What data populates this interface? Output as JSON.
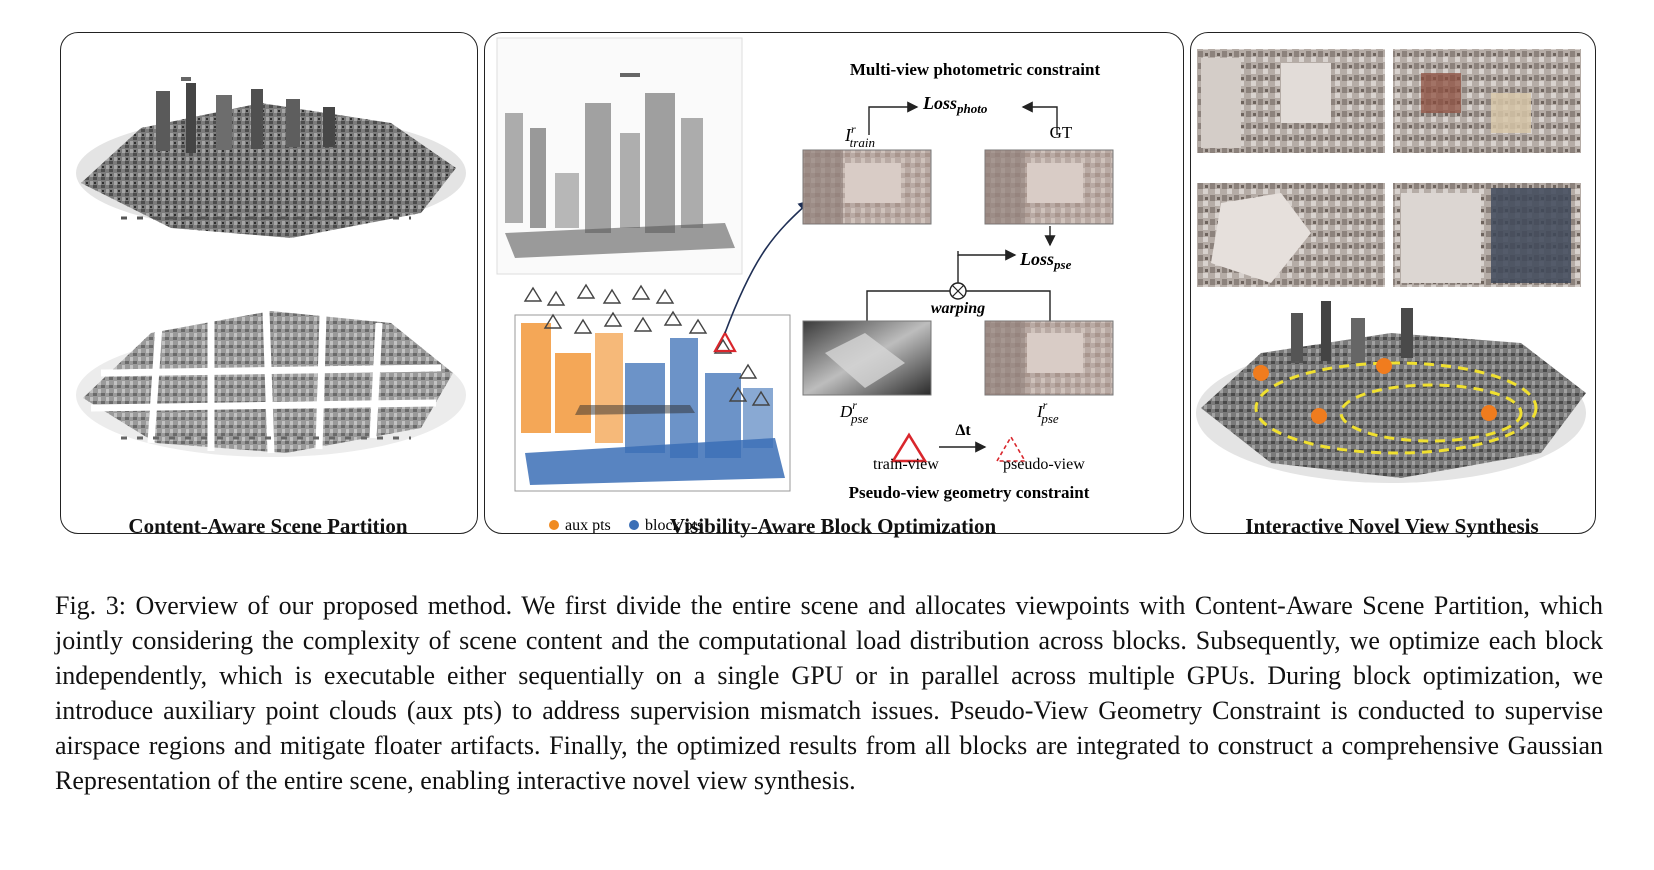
{
  "panels": {
    "left_title": "Content-Aware Scene Partition",
    "middle_title": "Visibility-Aware Block Optimization",
    "right_title": "Interactive Novel View Synthesis"
  },
  "middle": {
    "photometric_title": "Multi-view photometric constraint",
    "loss_photo_main": "Loss",
    "loss_photo_sub": "photo",
    "i_train_main": "I",
    "i_train_sup": "r",
    "i_train_sub": "train",
    "gt": "GT",
    "loss_pse_main": "Loss",
    "loss_pse_sub": "pse",
    "warping": "warping",
    "d_pse_main": "D",
    "d_pse_sup": "r",
    "d_pse_sub": "pse",
    "i_pse_main": "I",
    "i_pse_sup": "r",
    "i_pse_sub": "pse",
    "delta_t": "Δt",
    "train_view": "train-view",
    "pseudo_view": "pseudo-view",
    "geometry_title": "Pseudo-view geometry constraint",
    "legend_aux": "aux pts",
    "legend_block": "block pts"
  },
  "colors": {
    "aux": "#f08a1f",
    "block": "#3b6fb6",
    "camera_red": "#d9262c",
    "trajectory": "#f0e030",
    "viewpoint": "#f07c1e"
  },
  "caption": "Fig. 3: Overview of our proposed method. We first divide the entire scene and allocates viewpoints with Content-Aware Scene Partition, which jointly considering the complexity of scene content and the computational load distribution across blocks. Subsequently, we optimize each block independently, which is executable either sequentially on a single GPU or in parallel across multiple GPUs. During block optimization, we introduce auxiliary point clouds (aux pts) to address supervision mismatch issues. Pseudo-View Geometry Constraint is conducted to supervise airspace regions and mitigate floater artifacts. Finally, the optimized results from all blocks are integrated to construct a comprehensive Gaussian Representation of the entire scene, enabling interactive novel view synthesis."
}
